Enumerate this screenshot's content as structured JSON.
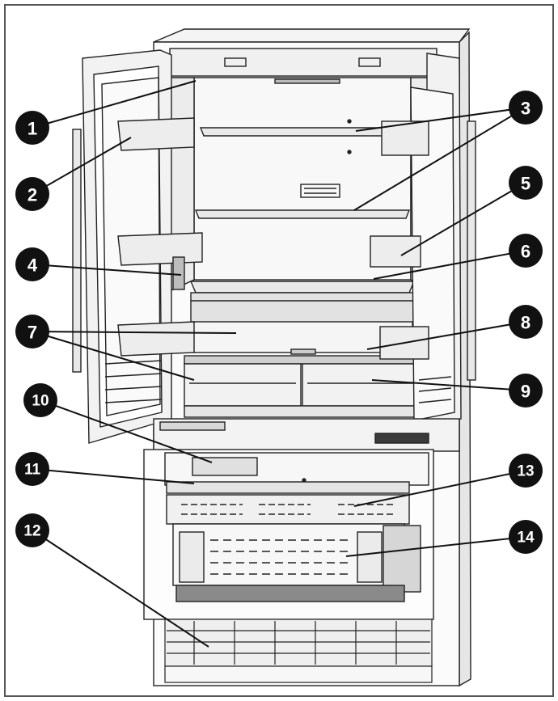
{
  "diagram": {
    "callouts": [
      {
        "id": 1,
        "label": "1"
      },
      {
        "id": 2,
        "label": "2"
      },
      {
        "id": 3,
        "label": "3"
      },
      {
        "id": 4,
        "label": "4"
      },
      {
        "id": 5,
        "label": "5"
      },
      {
        "id": 6,
        "label": "6"
      },
      {
        "id": 7,
        "label": "7"
      },
      {
        "id": 8,
        "label": "8"
      },
      {
        "id": 9,
        "label": "9"
      },
      {
        "id": 10,
        "label": "10"
      },
      {
        "id": 11,
        "label": "11"
      },
      {
        "id": 12,
        "label": "12"
      },
      {
        "id": 13,
        "label": "13"
      },
      {
        "id": 14,
        "label": "14"
      }
    ],
    "colors": {
      "line": "#111111",
      "callout_fill": "#111111",
      "callout_text": "#ffffff",
      "shade": "#d9d9d9",
      "dark_shade": "#8a8a8a",
      "border": "#555555"
    }
  }
}
